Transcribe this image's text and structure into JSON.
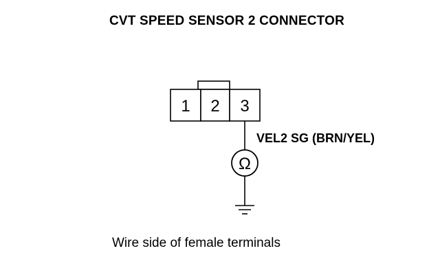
{
  "title": "CVT SPEED SENSOR 2 CONNECTOR",
  "connector": {
    "terminals": [
      "1",
      "2",
      "3"
    ]
  },
  "wire_label": "VEL2 SG (BRN/YEL)",
  "meter_symbol": "Ω",
  "caption": "Wire side of female terminals"
}
